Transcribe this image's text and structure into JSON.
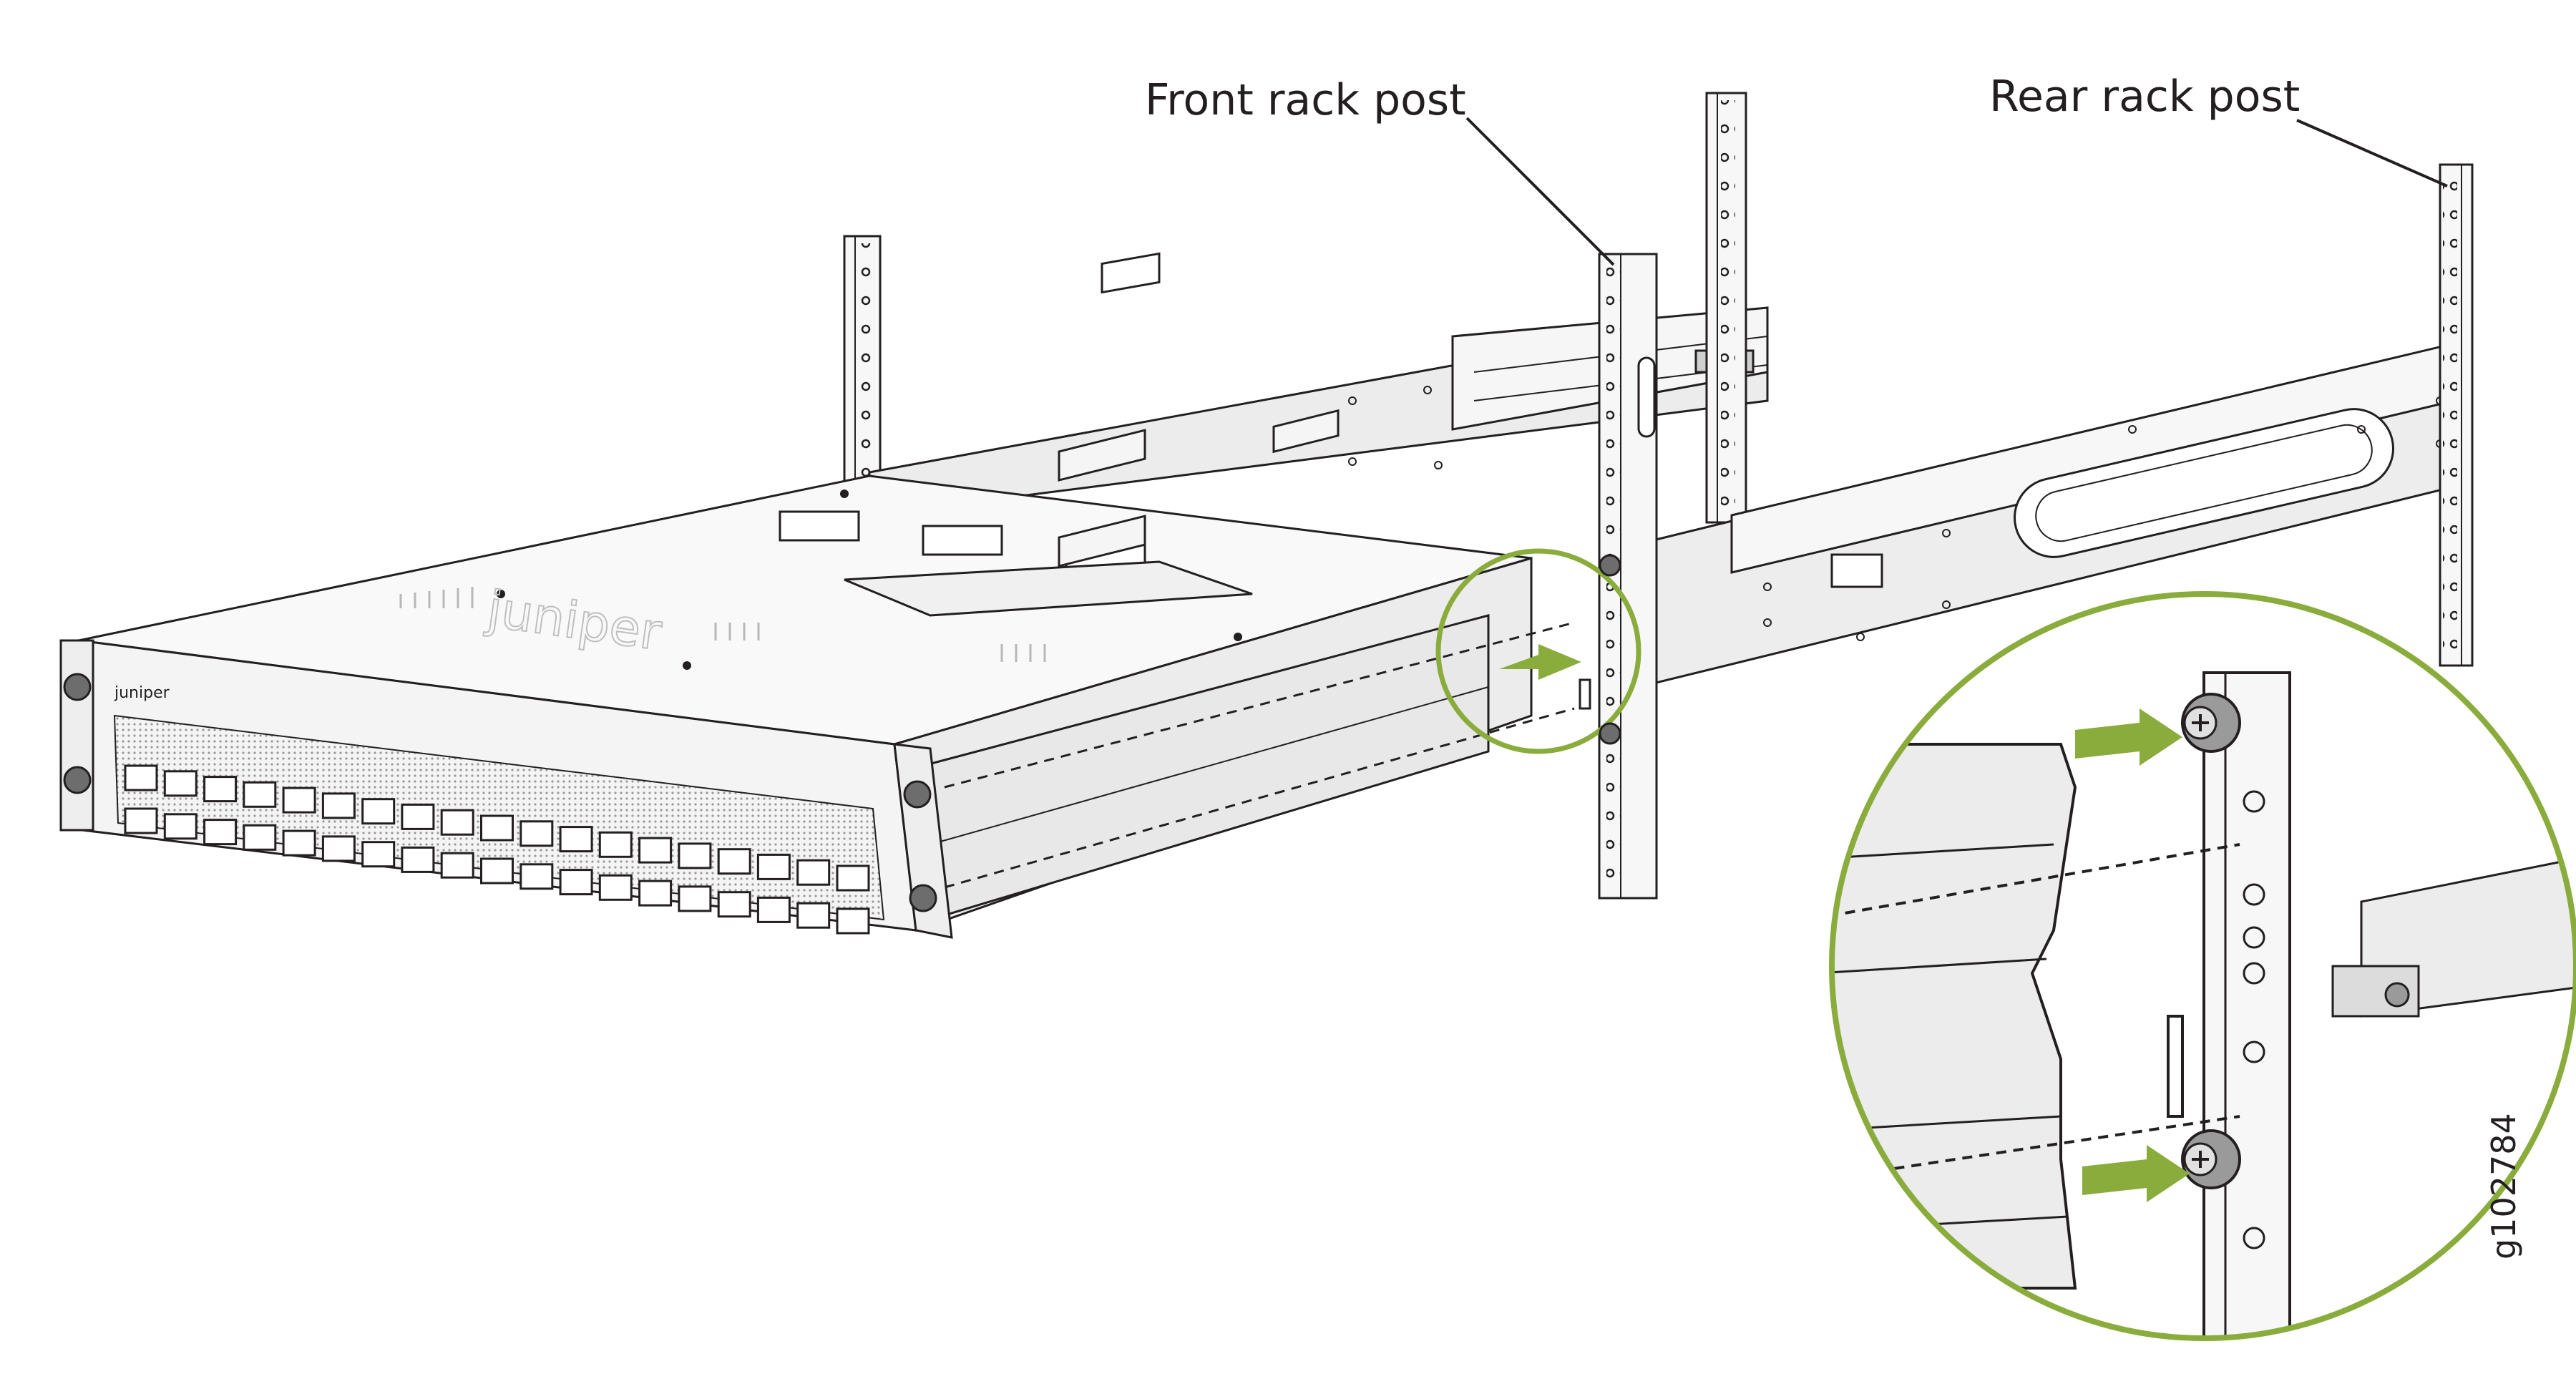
{
  "labels": {
    "front_rack_post": "Front rack post",
    "rear_rack_post": "Rear rack post"
  },
  "figure_id": "g102784",
  "logo_text": "juniper",
  "colors": {
    "accent_green": "#8aac3c",
    "line": "#231f20",
    "metal_light": "#f2f2f2",
    "metal_mid": "#e3e3e3",
    "metal_dark": "#cfcfcf"
  },
  "icons": {
    "arrow": "green-push-arrow",
    "screw": "captive-screw",
    "callout": "magnifier-circle"
  }
}
